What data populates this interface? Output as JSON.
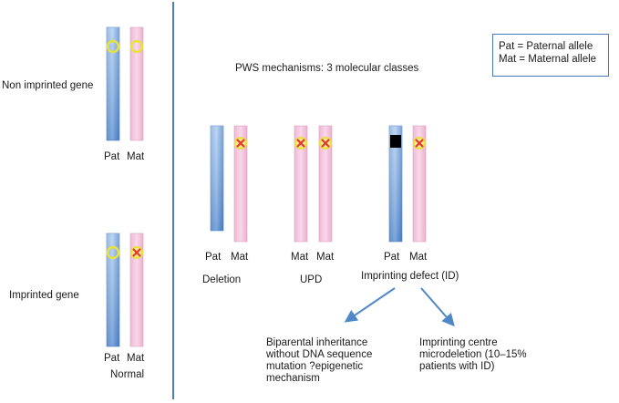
{
  "title": "PWS mechanisms: 3 molecular classes",
  "legend": {
    "line1": "Pat = Paternal allele",
    "line2": "Mat = Maternal allele"
  },
  "left_panel": {
    "row1_label": "Non imprinted gene",
    "row2_label": "Imprinted gene",
    "pat": "Pat",
    "mat": "Mat",
    "caption": "Normal"
  },
  "classes": [
    {
      "caption": "Deletion",
      "allele1": "Pat",
      "allele2": "Mat"
    },
    {
      "caption": "UPD",
      "allele1": "Mat",
      "allele2": "Mat"
    },
    {
      "caption": "Imprinting defect (ID)",
      "allele1": "Pat",
      "allele2": "Mat"
    }
  ],
  "outcomes": {
    "left": [
      "Biparental inheritance",
      "without DNA sequence",
      "mutation ?epigenetic",
      "mechanism"
    ],
    "right": [
      "Imprinting centre",
      "microdeletion (10–15%",
      "patients with ID)"
    ]
  },
  "colors": {
    "paternal": "#5b8fd1",
    "maternal": "#f3c3dd",
    "divider": "#4f7fbf",
    "arrow": "#4f87c8",
    "active_mark": "#e8e33a",
    "silenced_mark": "#e43a2c"
  }
}
